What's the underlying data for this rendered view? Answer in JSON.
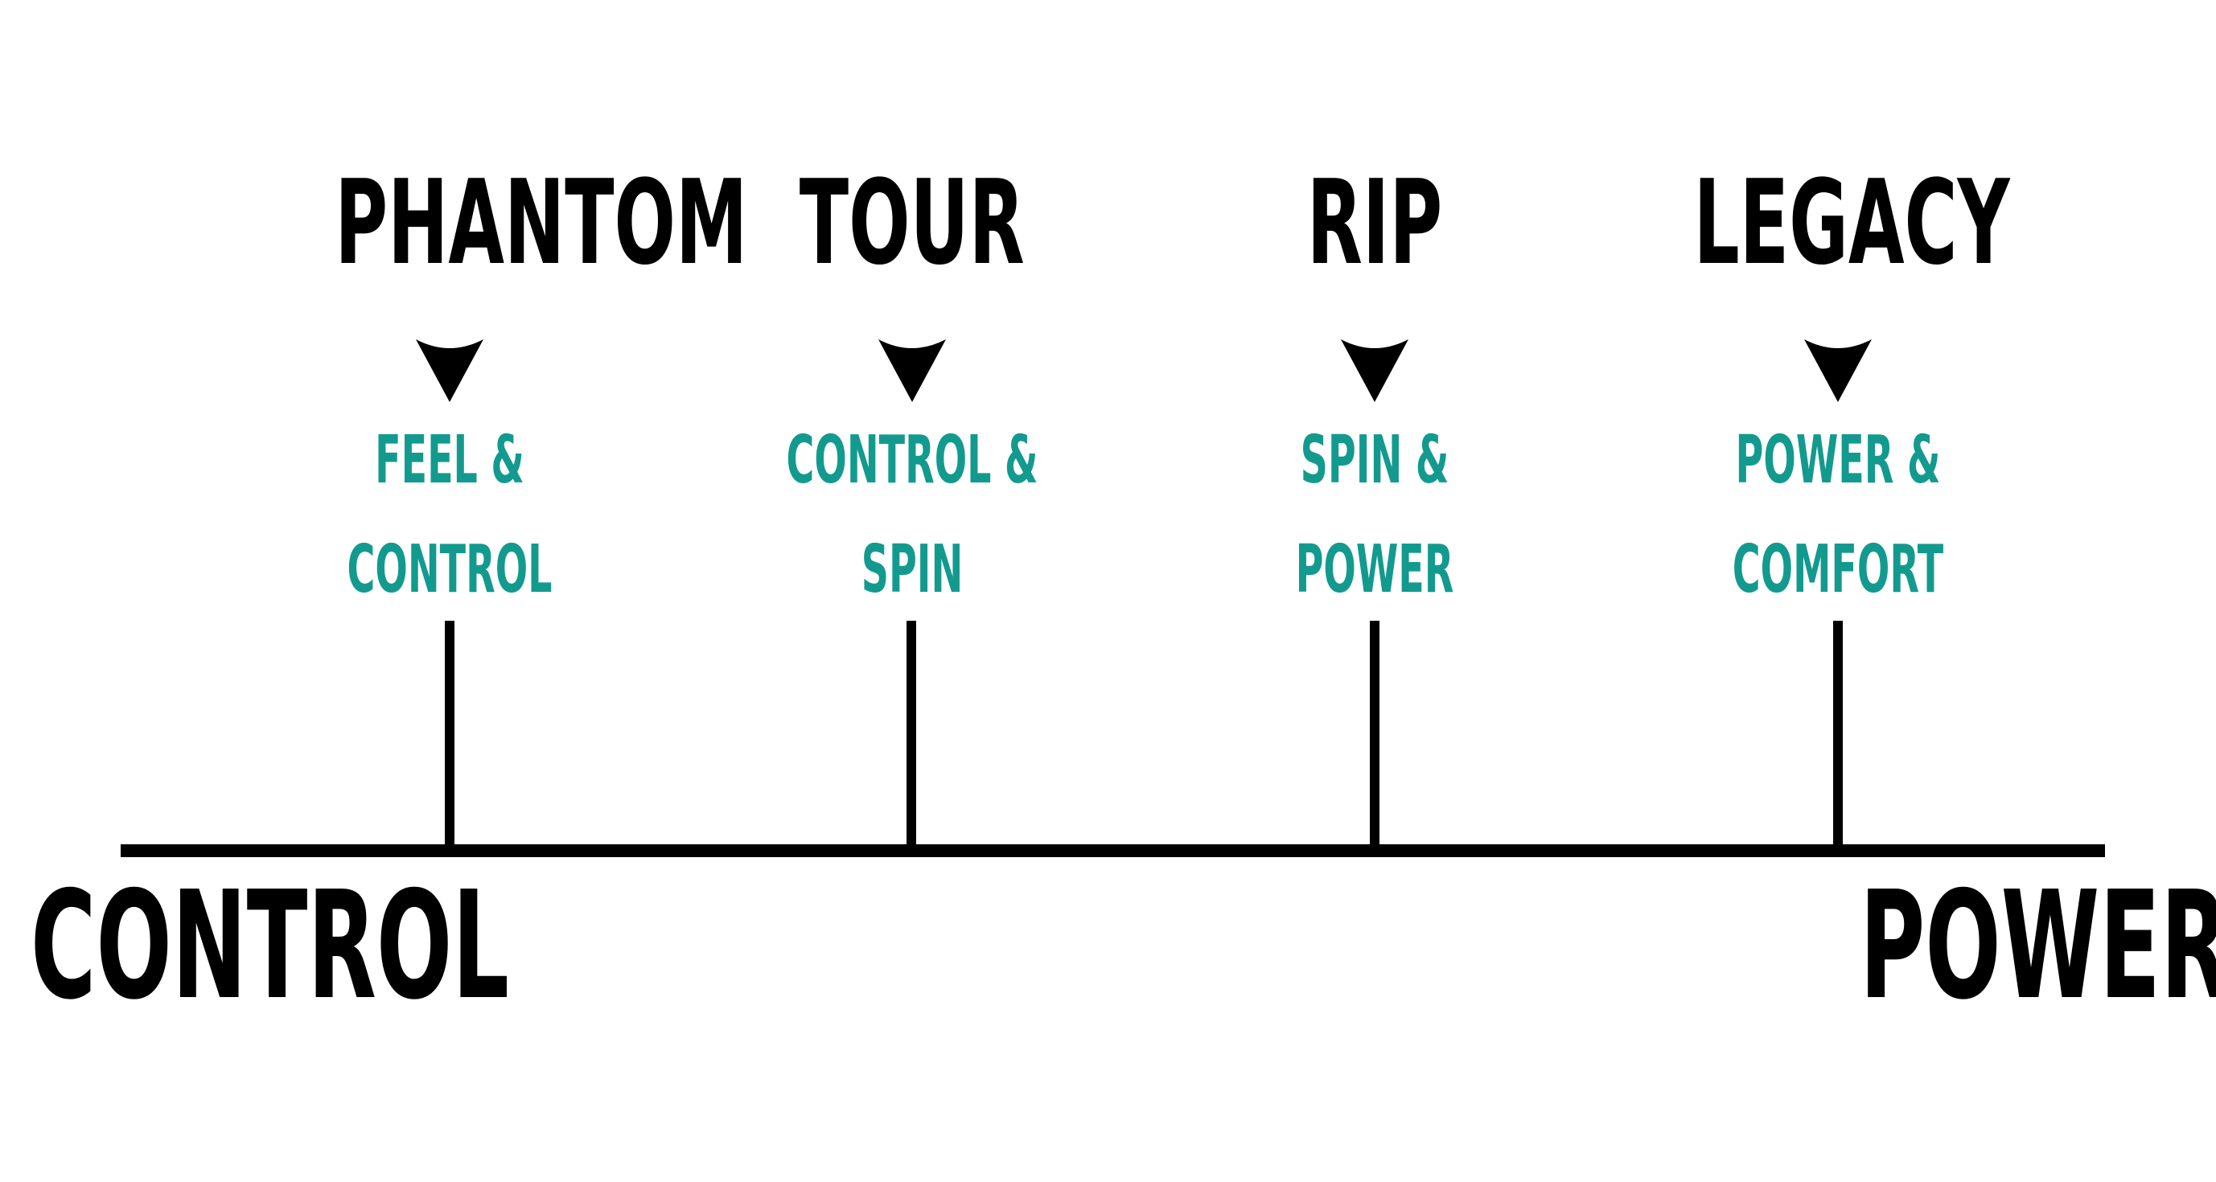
{
  "colors": {
    "primary": "#000000",
    "accent": "#139a8e",
    "background": "#ffffff"
  },
  "axis": {
    "left_label": "CONTROL",
    "right_label": "POWER"
  },
  "models": [
    {
      "name": "PHANTOM",
      "description_lines": [
        "FEEL &",
        "CONTROL"
      ]
    },
    {
      "name": "TOUR",
      "description_lines": [
        "CONTROL &",
        "SPIN"
      ]
    },
    {
      "name": "RIP",
      "description_lines": [
        "SPIN &",
        "POWER"
      ]
    },
    {
      "name": "LEGACY",
      "description_lines": [
        "POWER &",
        "COMFORT"
      ]
    }
  ]
}
